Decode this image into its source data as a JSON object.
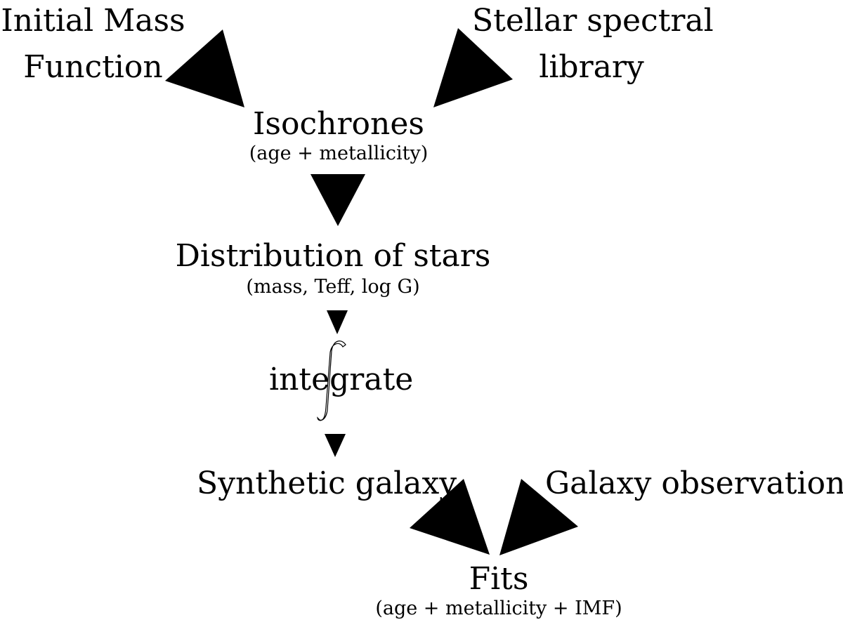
{
  "nodes": {
    "imf": {
      "line1": "Initial Mass",
      "line2": "Function"
    },
    "library": {
      "line1": "Stellar spectral",
      "line2": "library"
    },
    "isochrones": {
      "title": "Isochrones",
      "subtitle": "(age + metallicity)"
    },
    "distribution": {
      "title": "Distribution of stars",
      "subtitle": "(mass, Teff, log G)"
    },
    "integrate": {
      "label": "integrate"
    },
    "synthetic": {
      "title": "Synthetic galaxy"
    },
    "observation": {
      "title": "Galaxy observation"
    },
    "fits": {
      "title": "Fits",
      "subtitle": "(age + metallicity + IMF)"
    }
  },
  "colors": {
    "arrow": "#000000",
    "background": "#ffffff"
  }
}
